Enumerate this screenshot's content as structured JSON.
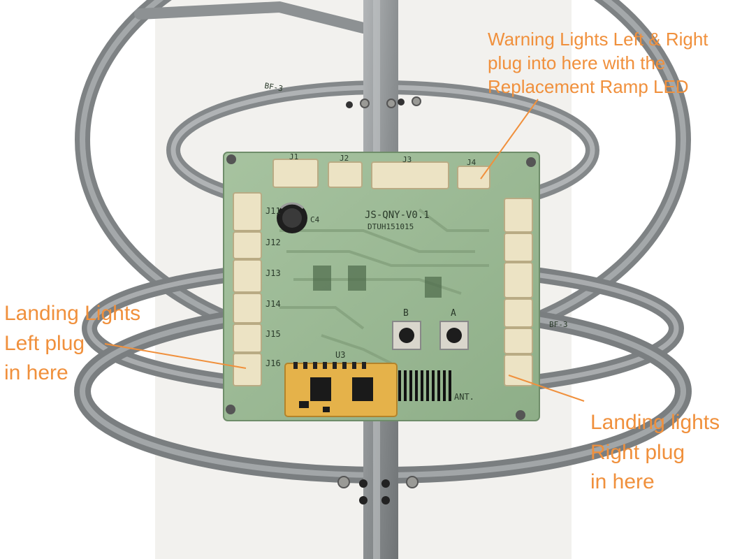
{
  "colors": {
    "annotation": "#f0903c",
    "pcb_green": "#9dbb96",
    "frame_grey": "#8e9294",
    "connector_ivory": "#ece3c4"
  },
  "annotations": {
    "warning": {
      "lines": [
        "Warning Lights Left & Right",
        "plug into here with the",
        "Replacement Ramp LED"
      ]
    },
    "landing_left": {
      "lines": [
        "Landing Lights",
        "Left plug",
        "in here"
      ]
    },
    "landing_right": {
      "lines": [
        "Landing lights",
        "Right plug",
        "in here"
      ]
    }
  },
  "board": {
    "model": "JS-QNY-V0.1",
    "code": "DTUH151015",
    "top_connectors": [
      "J1",
      "J2",
      "J3",
      "J4"
    ],
    "left_connectors": [
      "J11",
      "J12",
      "J13",
      "J14",
      "J15",
      "J16"
    ],
    "capacitor": "C4",
    "module": "U3",
    "antenna": "ANT.",
    "buttons": [
      "B",
      "A"
    ],
    "frame_marks": [
      "BF-3",
      "BF-3"
    ]
  }
}
